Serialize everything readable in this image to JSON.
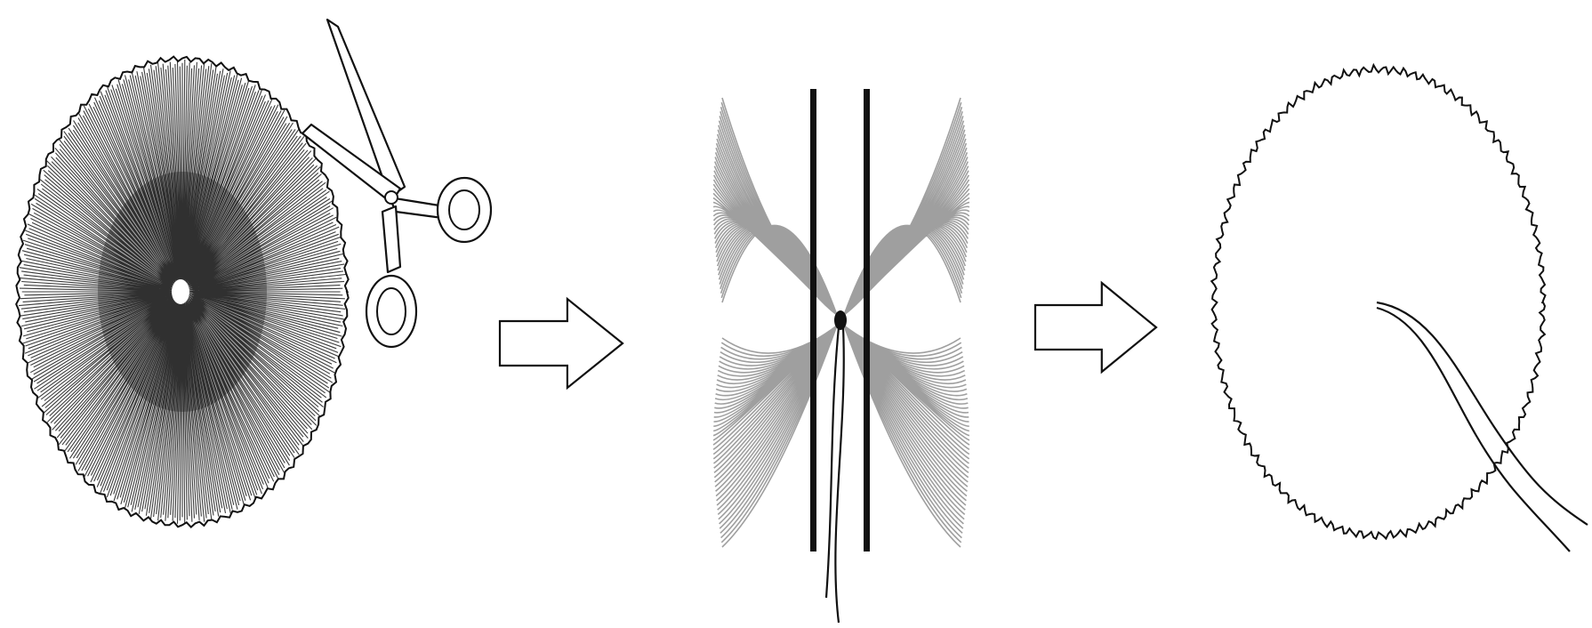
{
  "diagram": {
    "steps": [
      {
        "id": "wound-disc",
        "icon": "yarn-disc-icon"
      },
      {
        "id": "tied-center",
        "icon": "tied-yarn-bundle-icon"
      },
      {
        "id": "finished-pompom",
        "icon": "pompom-icon"
      }
    ],
    "tools": [
      "scissors-icon"
    ],
    "connectors": [
      "arrow-right-icon",
      "arrow-right-icon"
    ],
    "colors": {
      "ink": "#111111",
      "yarn_dark": "#1a1a1a",
      "yarn_light": "#9a9a9a",
      "background": "#ffffff"
    }
  }
}
